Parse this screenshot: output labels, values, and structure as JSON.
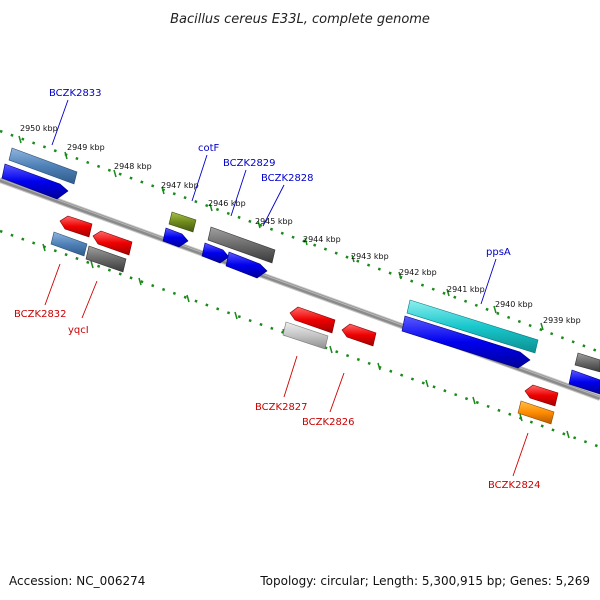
{
  "title": "Bacillus cereus E33L, complete genome",
  "accession": "Accession: NC_006274",
  "summary": "Topology: circular; Length: 5,300,915 bp; Genes: 5,269",
  "colors": {
    "backbone": "#808080",
    "dots": "#1a8a1a",
    "label_forward": "#0000cc",
    "label_reverse": "#cc0000"
  },
  "tick_labels": [
    "2950 kbp",
    "2949 kbp",
    "2948 kbp",
    "2947 kbp",
    "2946 kbp",
    "2945 kbp",
    "2944 kbp",
    "2943 kbp",
    "2942 kbp",
    "2941 kbp",
    "2940 kbp",
    "2939 kbp"
  ],
  "gene_labels": {
    "top": [
      "BCZK2833",
      "cotF",
      "BCZK2829",
      "BCZK2828",
      "ppsA"
    ],
    "bottom": [
      "BCZK2832",
      "yqcI",
      "BCZK2827",
      "BCZK2826",
      "BCZK2824"
    ]
  }
}
